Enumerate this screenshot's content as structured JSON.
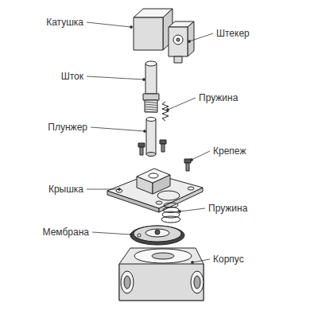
{
  "diagram": {
    "labels": [
      "Катушка",
      "Штекер",
      "Шток",
      "Пружина",
      "Плунжер",
      "Крепеж",
      "Крышка",
      "Пружина",
      "Мембрана",
      "Корпус"
    ]
  }
}
